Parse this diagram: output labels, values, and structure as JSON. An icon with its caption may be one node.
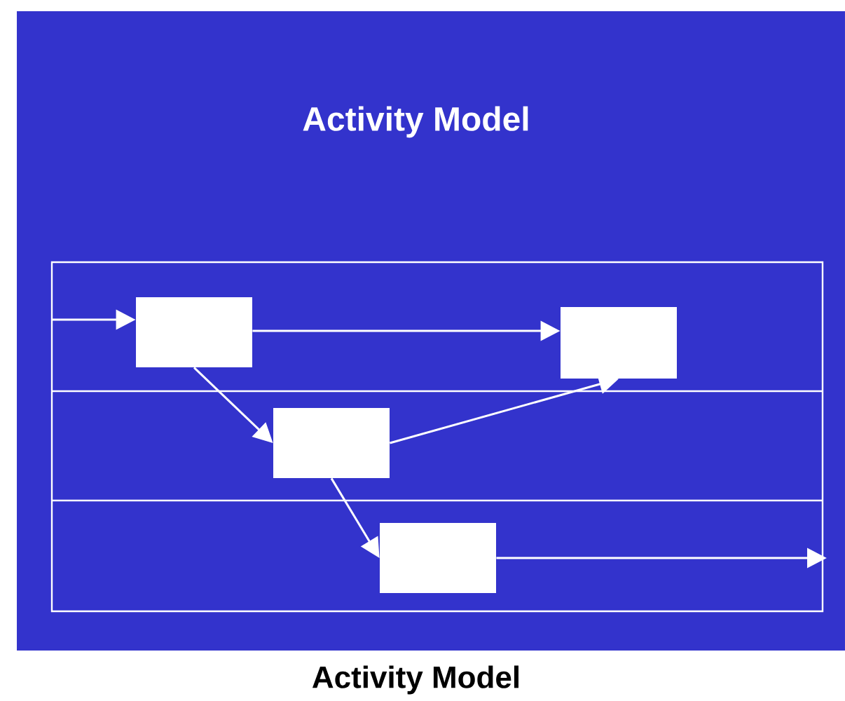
{
  "diagram": {
    "title": "Activity Model",
    "caption": "Activity Model",
    "nodes": [
      {
        "text": [],
        "shape": "box"
      },
      {
        "text": [],
        "shape": "box"
      },
      {
        "text": [],
        "shape": "box"
      },
      {
        "text": [],
        "shape": "box"
      }
    ],
    "edges": [
      {
        "from": null,
        "to": 0,
        "arrow": "to"
      },
      {
        "from": 0,
        "to": 1,
        "arrow": "to"
      },
      {
        "from": 0,
        "to": 2,
        "arrow": "to"
      },
      {
        "from": 2,
        "to": 1,
        "arrow": "to"
      },
      {
        "from": 2,
        "to": 3,
        "arrow": "to"
      },
      {
        "from": 3,
        "to": null,
        "arrow": "to"
      }
    ]
  }
}
